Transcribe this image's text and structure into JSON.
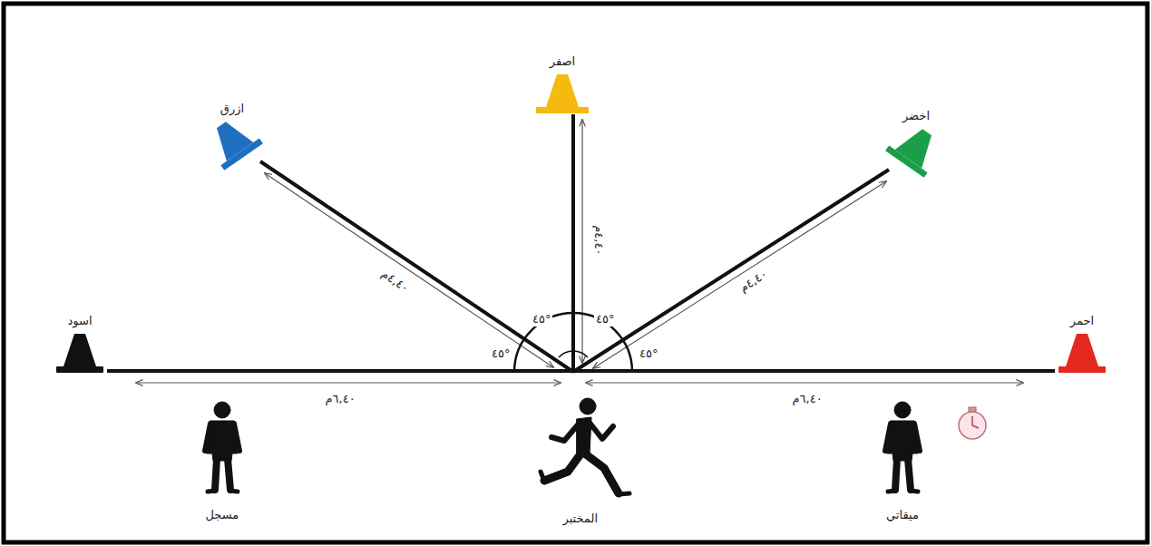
{
  "diagram": {
    "nodes": [
      {
        "text": [
          "اسود"
        ]
      },
      {
        "text": [
          "ازرق"
        ]
      },
      {
        "text": [
          "اصفر"
        ]
      },
      {
        "text": [
          "اخضر"
        ]
      },
      {
        "text": [
          "احمر"
        ]
      }
    ],
    "edges": [
      {
        "from": 0,
        "to": 4,
        "arrow": "none"
      }
    ],
    "labels": [
      "٦,٤٠م",
      "٦,٤٠م",
      "٤,٤٠م",
      "٤,٤٠م",
      "٤,٤٠م",
      "٤٥°",
      "٤٥°",
      "٤٥°",
      "٤٥°",
      "مسجل",
      "المختبر",
      "ميقاتي"
    ]
  }
}
